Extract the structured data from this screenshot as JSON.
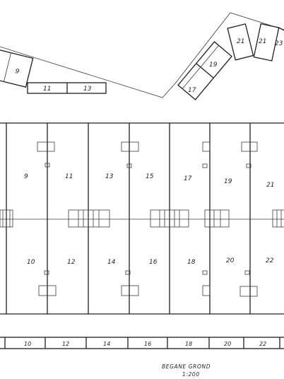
{
  "caption": {
    "title": "BEGANE GROND",
    "scale": "1:200"
  },
  "site_plan": {
    "left_house": "9",
    "small_strip": [
      "11",
      "13"
    ],
    "curved_row_lower": [
      "17",
      "19"
    ],
    "curved_row_upper": [
      "21",
      "21",
      "23"
    ]
  },
  "floor_plan": {
    "upper_row_labels": [
      "9",
      "11",
      "13",
      "15",
      "17",
      "19",
      "21"
    ],
    "lower_row_labels": [
      "10",
      "12",
      "14",
      "16",
      "18",
      "20",
      "22"
    ]
  },
  "strip_labels": [
    "10",
    "12",
    "14",
    "16",
    "18",
    "20",
    "22"
  ]
}
